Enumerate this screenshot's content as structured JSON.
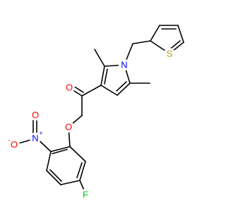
{
  "molecule": {
    "atoms": {
      "carbonyl_oxygen": "O",
      "ether_oxygen": "O",
      "pyrrole_nitrogen": "N",
      "thiophene_sulfur": "S",
      "nitro_nitrogen": "N",
      "nitro_charge_plus": "+",
      "nitro_oxygen": "O",
      "nitro_oxygen_minus": "O",
      "nitro_charge_minus": "-",
      "fluorine": "F"
    },
    "colors": {
      "oxygen": "#ff0000",
      "nitrogen": "#0000ff",
      "sulfur": "#b5a000",
      "fluorine": "#00cc00",
      "bond": "#000000"
    }
  }
}
